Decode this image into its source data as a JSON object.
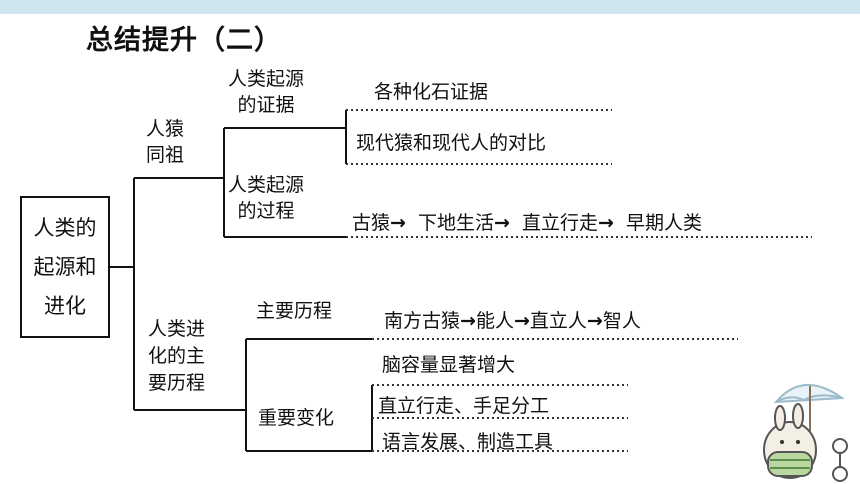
{
  "title": "总结提升（二）",
  "root": {
    "lines": [
      "人类的",
      "起源和",
      "进化"
    ]
  },
  "branches": {
    "ape_ancestor": {
      "label_lines": [
        "人猿",
        "同祖"
      ],
      "origin_evidence": {
        "label_lines": [
          "人类起源",
          "的证据"
        ],
        "items": [
          "各种化石证据",
          "现代猿和现代人的对比"
        ]
      },
      "origin_process": {
        "label_lines": [
          "人类起源",
          "的过程"
        ],
        "steps": [
          "古猿",
          "下地生活",
          "直立行走",
          "早期人类"
        ]
      }
    },
    "main_process": {
      "label_lines": [
        "人类进",
        "化的主",
        "要历程"
      ],
      "main_course": {
        "label": "主要历程",
        "steps": [
          "南方古猿",
          "能人",
          "直立人",
          "智人"
        ]
      },
      "major_changes": {
        "label": "重要变化",
        "items": [
          "脑容量显著增大",
          "直立行走、手足分工",
          "语言发展、制造工具"
        ]
      }
    }
  },
  "arrow_symbol": "→",
  "colors": {
    "line": "#111111",
    "dotted": "#333333",
    "accent_top": "#cfe6ee"
  }
}
